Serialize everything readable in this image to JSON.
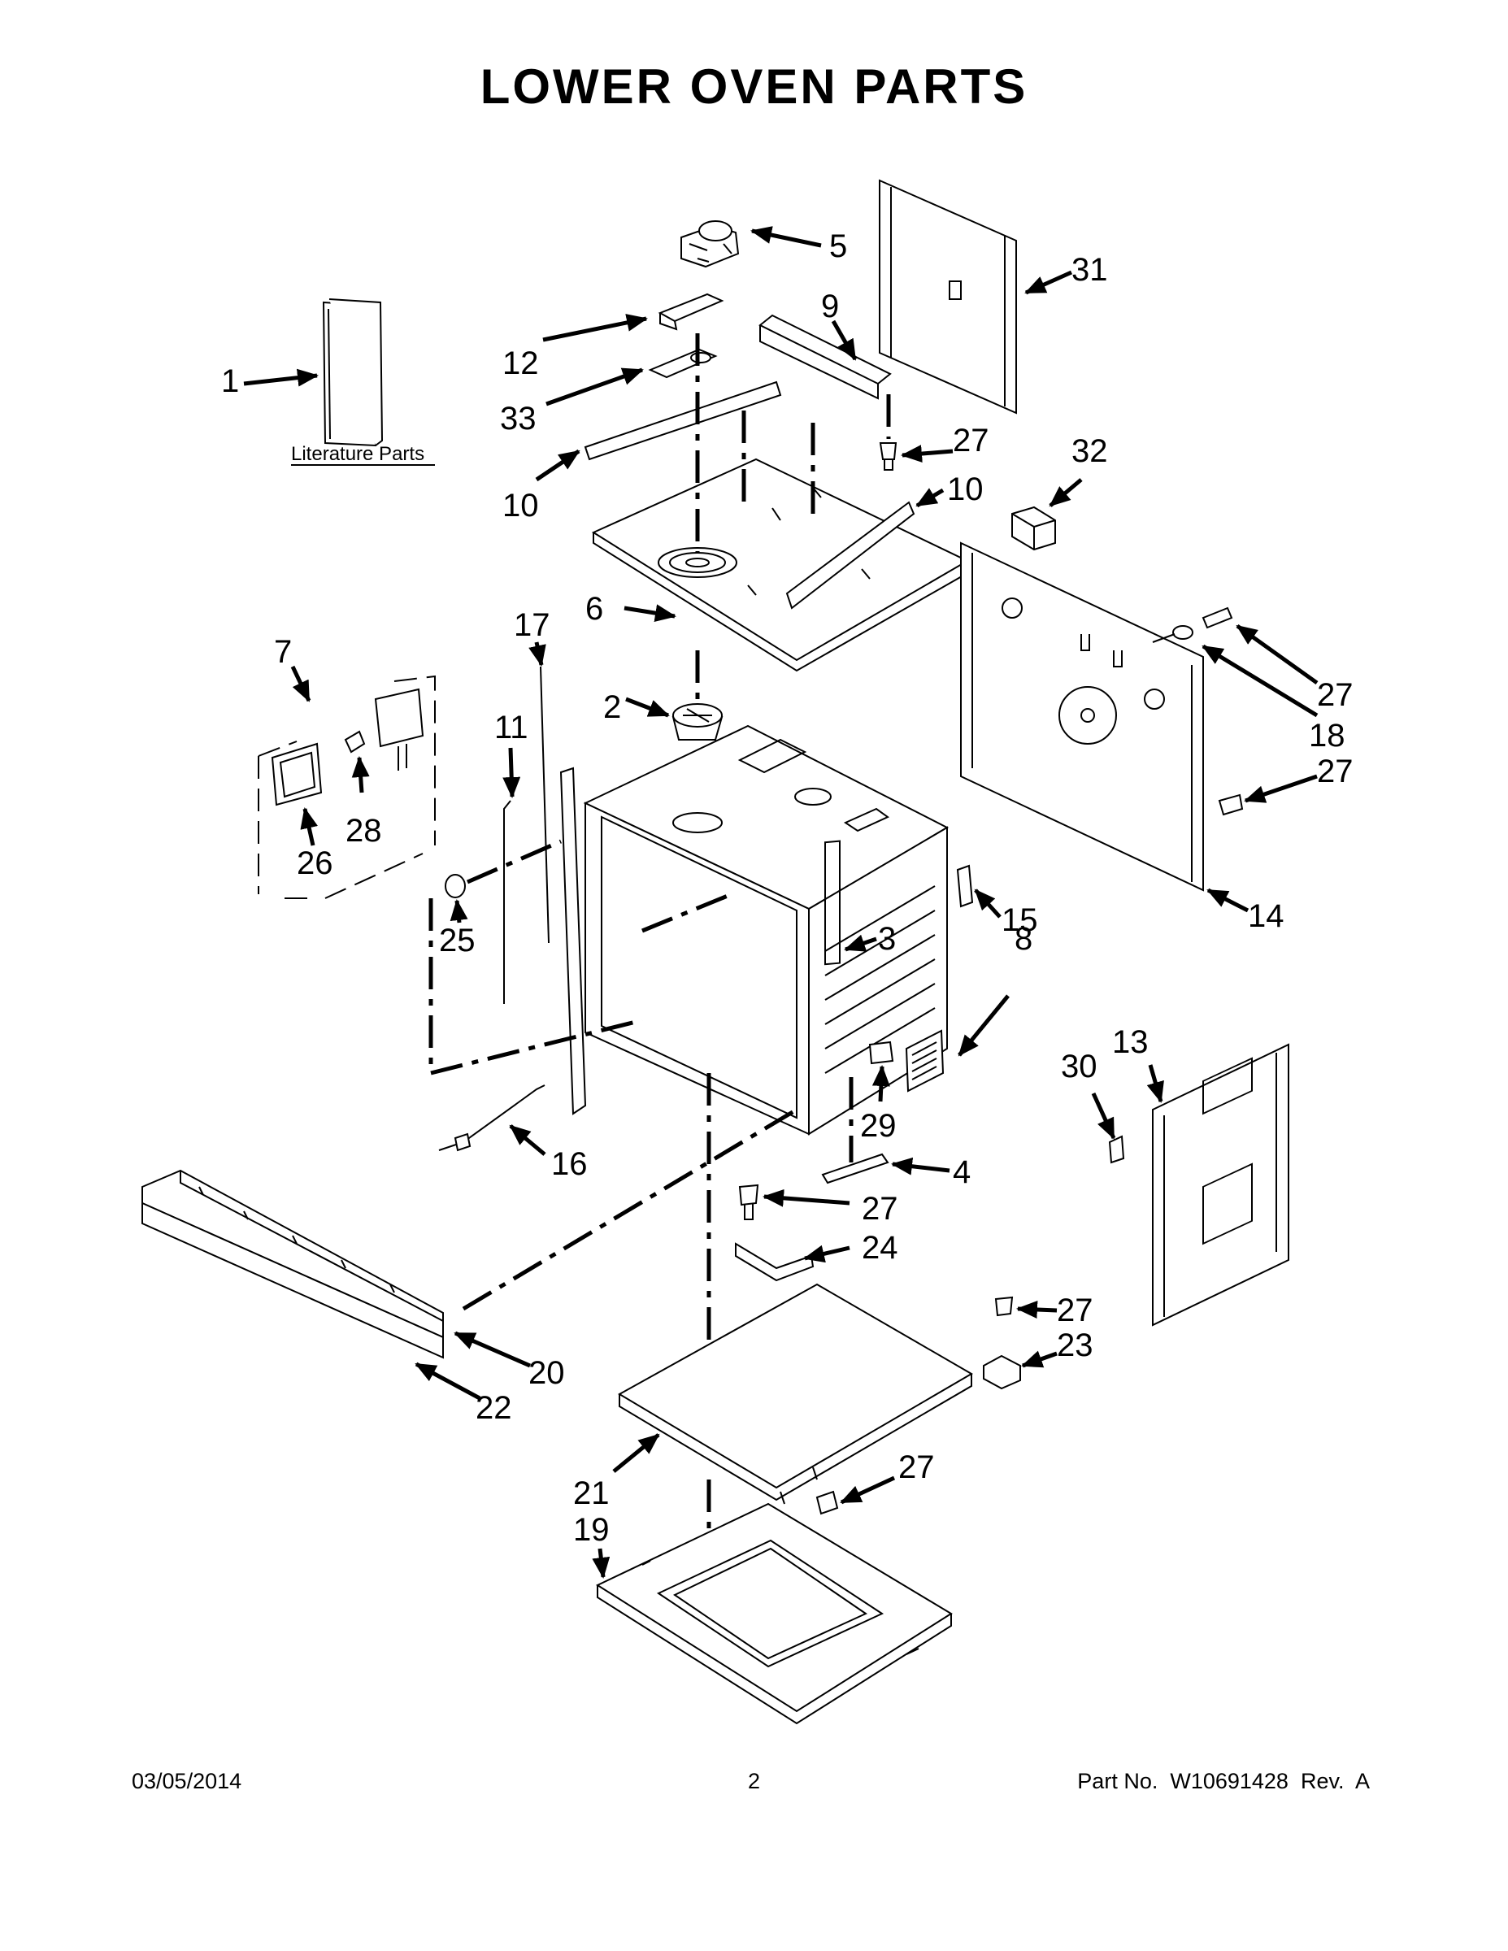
{
  "title": "LOWER OVEN PARTS",
  "literature_label": "Literature Parts",
  "callouts": {
    "c1": "1",
    "c2": "2",
    "c3": "3",
    "c4": "4",
    "c5": "5",
    "c6": "6",
    "c7": "7",
    "c8": "8",
    "c9": "9",
    "c10a": "10",
    "c10b": "10",
    "c11": "11",
    "c12": "12",
    "c13": "13",
    "c14": "14",
    "c15": "15",
    "c16": "16",
    "c17": "17",
    "c18": "18",
    "c19": "19",
    "c20": "20",
    "c21": "21",
    "c22": "22",
    "c23": "23",
    "c24": "24",
    "c25": "25",
    "c26": "26",
    "c27a": "27",
    "c27b": "27",
    "c27c": "27",
    "c27d": "27",
    "c27e": "27",
    "c27f": "27",
    "c28": "28",
    "c29": "29",
    "c30": "30",
    "c31": "31",
    "c32": "32",
    "c33": "33"
  },
  "footer": {
    "date": "03/05/2014",
    "page": "2",
    "part": "Part No.  W10691428  Rev.  A"
  }
}
